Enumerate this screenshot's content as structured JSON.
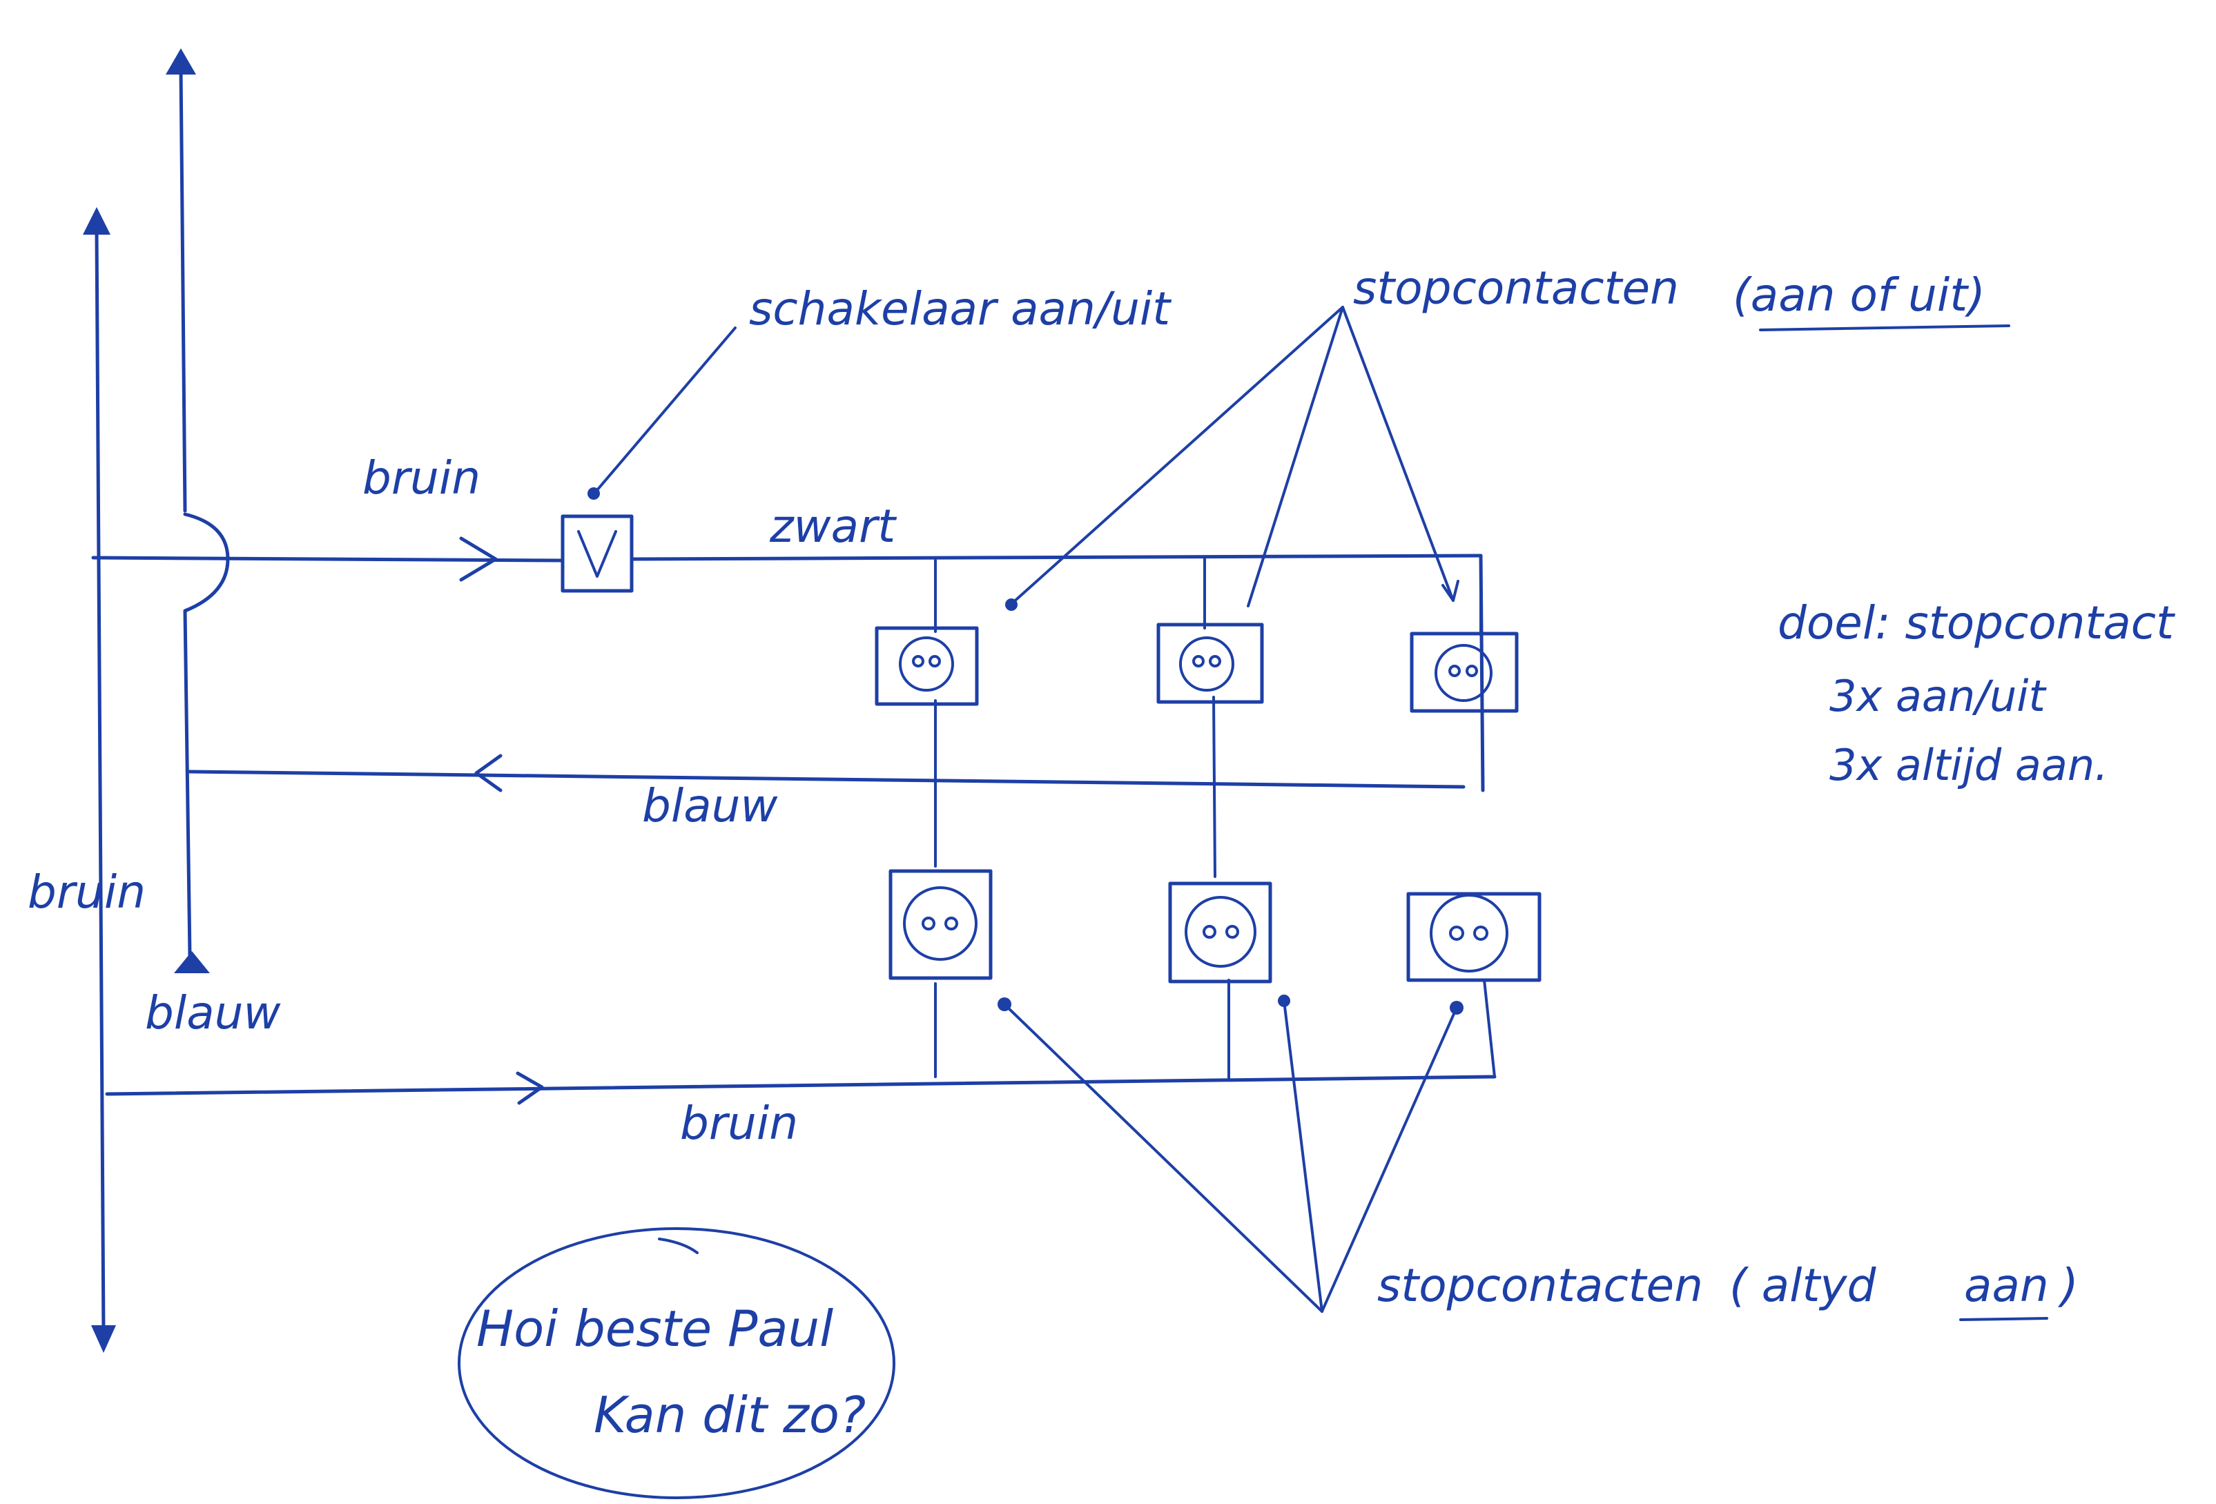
{
  "diagram": {
    "ink_color": "#1d3fa6",
    "labels": {
      "switch": "schakelaar aan/uit",
      "sockets_top": "stopcontacten",
      "sockets_top_state": "(aan of uit)",
      "sockets_bottom": "stopcontacten",
      "sockets_bottom_state_pre": "( altyd",
      "sockets_bottom_state_under": "aan",
      "sockets_bottom_state_post": ")",
      "brown_top": "bruin",
      "black": "zwart",
      "blue_mid": "blauw",
      "brown_left": "bruin",
      "blue_left": "blauw",
      "brown_bottom": "bruin"
    },
    "goal": {
      "line1": "doel: stopcontact",
      "line2": "3x aan/uit",
      "line3": "3x altijd aan."
    },
    "note": {
      "line1": "Hoi beste Paul",
      "line2": "Kan dit zo?"
    },
    "sockets": {
      "switched_count": 3,
      "always_on_count": 3
    }
  }
}
